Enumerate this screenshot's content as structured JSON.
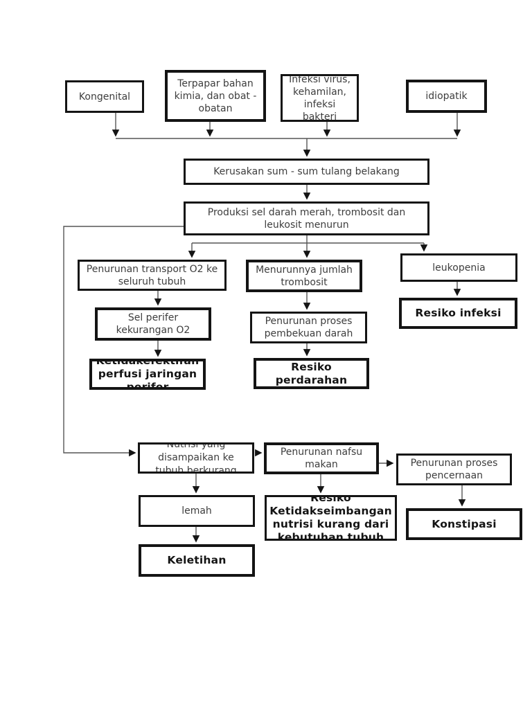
{
  "diagram": {
    "nodes": {
      "kongenital": {
        "label": "Kongenital"
      },
      "terpapar": {
        "label": "Terpapar bahan kimia, dan obat - obatan"
      },
      "infeksi": {
        "label": "Infeksi virus, kehamilan, infeksi bakteri"
      },
      "idiopatik": {
        "label": "idiopatik"
      },
      "kerusakan": {
        "label": "Kerusakan sum - sum tulang belakang"
      },
      "produksi": {
        "label": "Produksi sel darah merah, trombosit dan leukosit  menurun"
      },
      "transport_o2": {
        "label": "Penurunan transport O2 ke seluruh tubuh"
      },
      "sel_perifer": {
        "label": "Sel perifer kekurangan O2"
      },
      "perfusi": {
        "label": "Ketidakefektifan perfusi jaringan perifer"
      },
      "trombosit": {
        "label": "Menurunnya jumlah trombosit"
      },
      "pembekuan": {
        "label": "Penurunan proses pembekuan darah"
      },
      "perdarahan": {
        "label": "Resiko perdarahan"
      },
      "leukopenia": {
        "label": "leukopenia"
      },
      "resiko_infeksi": {
        "label": "Resiko infeksi"
      },
      "nutrisi": {
        "label": "Nutrisi yang disampaikan ke tubuh berkurang"
      },
      "nafsu_makan": {
        "label": "Penurunan nafsu makan"
      },
      "pencernaan": {
        "label": "Penurunan proses pencernaan"
      },
      "lemah": {
        "label": "lemah"
      },
      "keletihan": {
        "label": "Keletihan"
      },
      "resiko_nutrisi": {
        "label": "Resiko Ketidakseimbangan nutrisi kurang dari kebutuhan tubuh"
      },
      "konstipasi": {
        "label": "Konstipasi"
      }
    },
    "colors": {
      "background": "#ffffff",
      "box_border": "#141414",
      "line": "#555555",
      "arrowhead": "#141414",
      "text": "#3d3d3d",
      "bold_text": "#141414"
    }
  }
}
